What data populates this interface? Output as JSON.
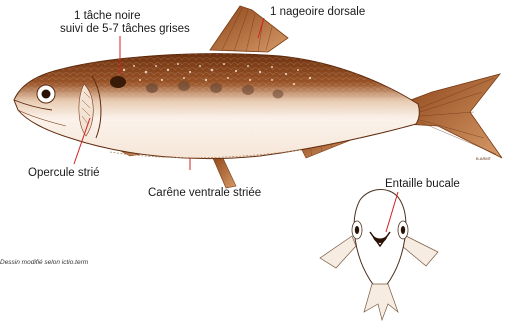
{
  "labels": {
    "spot_line1": "1 tâche noire",
    "spot_line2": "suivi de 5-7 tâches grises",
    "dorsal_fin": "1 nageoire dorsale",
    "operculum": "Opercule strié",
    "ventral_keel": "Carêne ventrale striée",
    "mouth_notch": "Entaille bucale"
  },
  "credit": "Dessin modifié selon ictio.term",
  "signature": "B.ARMT",
  "colors": {
    "back": "#7a3a14",
    "fin": "#b86a35",
    "belly": "#fbf3ec",
    "leader": "#d42020"
  }
}
